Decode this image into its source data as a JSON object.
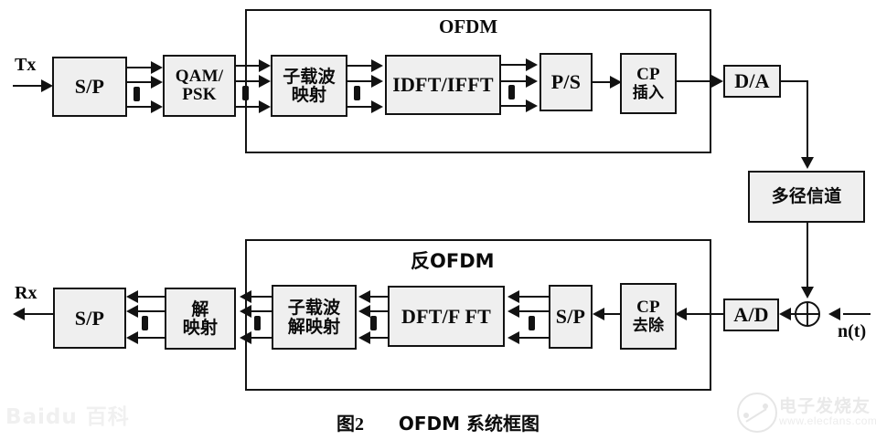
{
  "figure": {
    "caption_number": "图2",
    "caption_text": "OFDM 系统框图"
  },
  "labels": {
    "tx": "Tx",
    "rx": "Rx",
    "noise": "n(t)"
  },
  "groups": {
    "transmitter": {
      "label": "OFDM"
    },
    "receiver": {
      "label": "反OFDM"
    }
  },
  "blocks": {
    "tx_sp": {
      "line1": "S/P"
    },
    "qam_psk": {
      "line1": "QAM/",
      "line2": "PSK"
    },
    "subcarrier_map": {
      "line1": "子载波",
      "line2": "映射"
    },
    "idft": {
      "line1": "IDFT/IFFT"
    },
    "tx_ps": {
      "line1": "P/S"
    },
    "cp_insert": {
      "line1": "CP",
      "line2": "插入"
    },
    "dac": {
      "line1": "D/A"
    },
    "channel": {
      "line1": "多径信道"
    },
    "adc": {
      "line1": "A/D"
    },
    "cp_remove": {
      "line1": "CP",
      "line2": "去除"
    },
    "rx_sp_serial": {
      "line1": "S/P"
    },
    "dft": {
      "line1": "DFT/F FT"
    },
    "subcarrier_demap": {
      "line1": "子载波",
      "line2": "解映射"
    },
    "demap": {
      "line1": "解",
      "line2": "映射"
    },
    "rx_sp": {
      "line1": "S/P"
    }
  },
  "watermarks": {
    "baidu": "Baidu 百科",
    "elecfans_cn": "电子发烧友",
    "elecfans_url": "www.elecfans.com"
  },
  "colors": {
    "stroke": "#121212",
    "block_fill": "#efefef",
    "background": "#ffffff"
  }
}
